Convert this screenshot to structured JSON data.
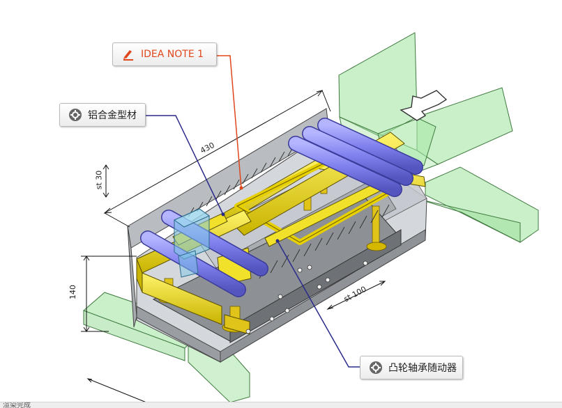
{
  "callouts": {
    "note": "IDEA NOTE 1",
    "profile": "铝合金型材",
    "follower": "凸轮轴承随动器"
  },
  "dimensions": {
    "length": "430",
    "stroke_30": "st 30",
    "height": "140",
    "stroke_100": "st 100"
  },
  "icons": {
    "note": "pencil-icon",
    "profile": "gear-icon",
    "follower": "gear-icon"
  },
  "colors": {
    "note_text": "#e0461c",
    "frame_yellow": "#f2e12a",
    "roller_blue": "#8a8af0",
    "conveyor_green": "#9fe39f",
    "leader_navy": "#2a2a8a",
    "leader_red": "#e0461c"
  },
  "statusbar": {
    "text": "渲染完成"
  }
}
